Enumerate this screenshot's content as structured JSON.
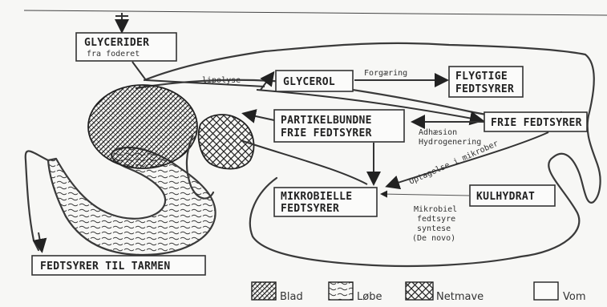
{
  "boxes": {
    "glycerider_line1": "GLYCERIDER",
    "glycerider_line2": "fra foderet",
    "glycerol": "GLYCEROL",
    "flygtige_line1": "FLYGTIGE",
    "flygtige_line2": "FEDTSYRER",
    "partikel_line1": "PARTIKELBUNDNE",
    "partikel_line2": "FRIE FEDTSYRER",
    "frie": "FRIE FEDTSYRER",
    "mikrobielle_line1": "MIKROBIELLE",
    "mikrobielle_line2": "FEDTSYRER",
    "kulhydrat": "KULHYDRAT",
    "tarmen": "FEDTSYRER TIL TARMEN"
  },
  "labels": {
    "lipolyse": "lipolyse",
    "forgaering": "Forgæring",
    "adhaesion": "Adhæsion",
    "hydrogenering": "Hydrogenering",
    "optagelse": "Optagelse i mikrober",
    "mikrobiel": "Mikrobiel",
    "fedtsyre": "fedtsyre",
    "syntese": "syntese",
    "denovo": "(De novo)"
  },
  "legend": {
    "blad": "Blad",
    "lobe": "Løbe",
    "netmave": "Netmave",
    "vom": "Vom"
  }
}
